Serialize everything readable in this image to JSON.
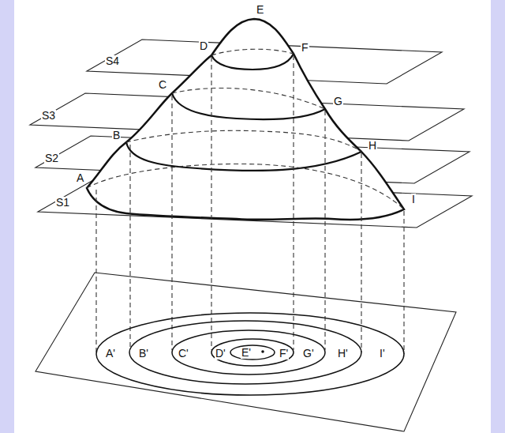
{
  "diagram": {
    "labels": [
      "E",
      "S4",
      "D",
      "F",
      "C",
      "S3",
      "G",
      "B",
      "S2",
      "H",
      "A",
      "S1",
      "I",
      "A'",
      "B'",
      "C'",
      "D'",
      "E'",
      "F'",
      "G'",
      "H'",
      "I'"
    ]
  }
}
